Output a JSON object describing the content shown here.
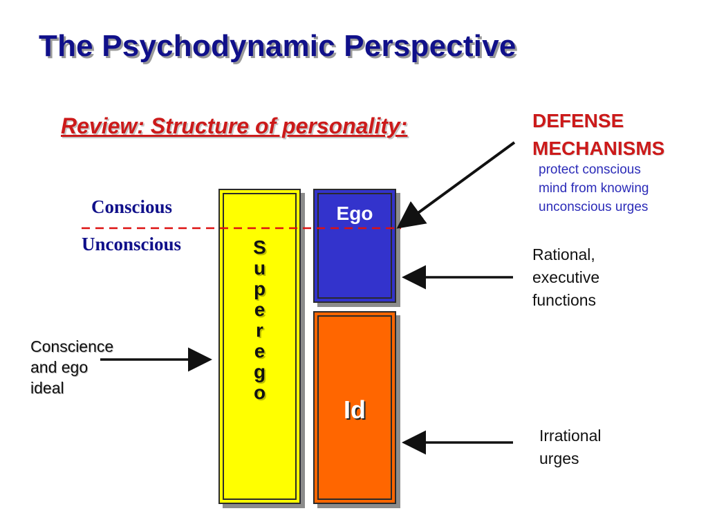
{
  "slide": {
    "title": "The Psychodynamic Perspective",
    "subtitle": "Review: Structure of personality:"
  },
  "levels": {
    "conscious": "Conscious",
    "unconscious": "Unconscious"
  },
  "blocks": {
    "superego_letters": [
      "S",
      "u",
      "p",
      "e",
      "r",
      "e",
      "g",
      "o"
    ],
    "ego": "Ego",
    "id": "Id"
  },
  "defense": {
    "title_lines": [
      "DEFENSE",
      "MECHANISMS"
    ],
    "description_lines": [
      "protect conscious",
      "mind from knowing",
      "unconscious urges"
    ]
  },
  "labels": {
    "ego_function_lines": [
      "Rational,",
      "executive",
      "functions"
    ],
    "id_function_lines": [
      "Irrational",
      "urges"
    ],
    "superego_function_lines": [
      "Conscience",
      "and ego",
      "ideal"
    ]
  },
  "colors": {
    "title": "#10108a",
    "accent_red": "#cc1a1a",
    "superego": "#ffff00",
    "ego": "#3333cc",
    "id": "#ff6600",
    "defense_text": "#2b2bb8"
  }
}
